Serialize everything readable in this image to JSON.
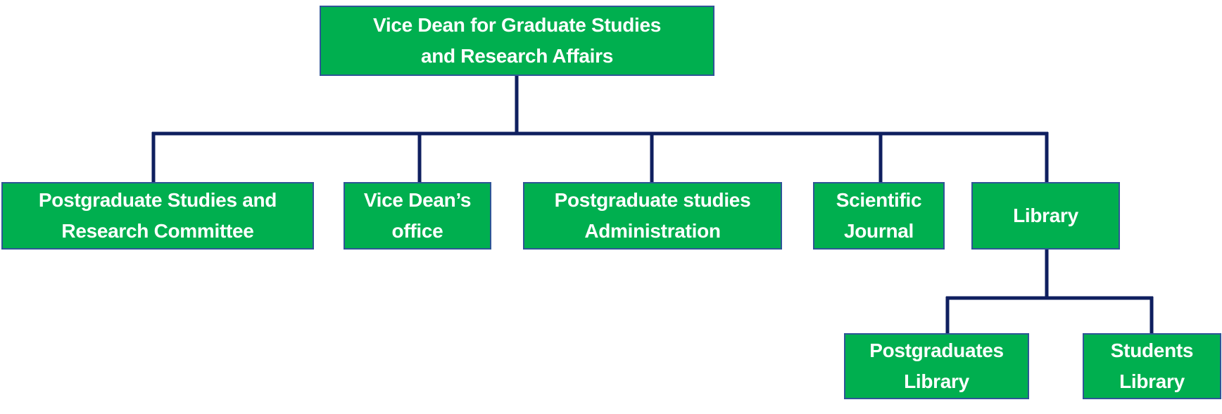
{
  "colors": {
    "box_fill": "#00AF4F",
    "box_border": "#2F5597",
    "connector": "#0F1F5F",
    "text": "#FFFFFF"
  },
  "root": {
    "label": "Vice Dean for Graduate Studies\nand Research Affairs"
  },
  "children": [
    {
      "label": "Postgraduate Studies and\nResearch Committee"
    },
    {
      "label": "Vice Dean’s\noffice"
    },
    {
      "label": "Postgraduate studies\nAdministration"
    },
    {
      "label": "Scientific\nJournal"
    },
    {
      "label": "Library"
    }
  ],
  "library_children": [
    {
      "label": "Postgraduates\nLibrary"
    },
    {
      "label": "Students\nLibrary"
    }
  ]
}
